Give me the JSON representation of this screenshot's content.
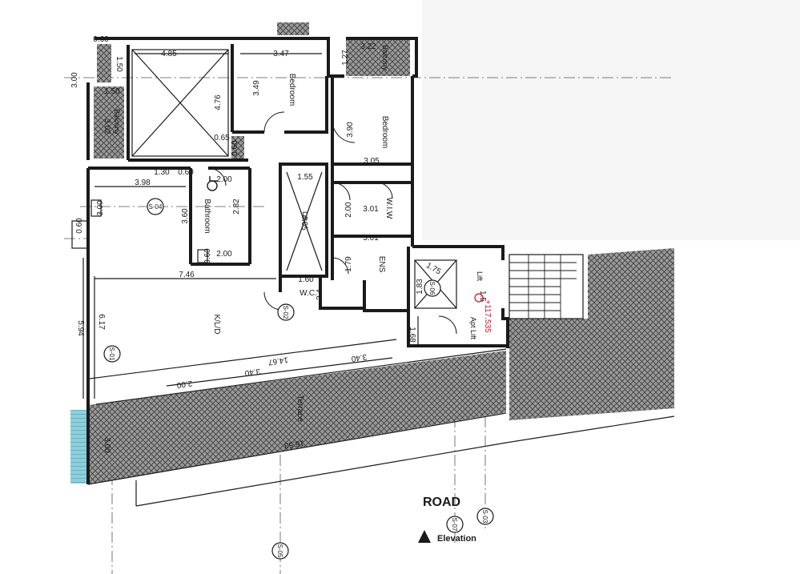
{
  "rooms": {
    "bedroom_1": "Bedroom",
    "bedroom_2": "Bedroom",
    "bathroom": "Bathroom",
    "wc": "W.C.",
    "wiw": "W.I.W",
    "ens": "ENS",
    "kld": "K/L/D",
    "terrace": "Terrace",
    "balcony_1": "Balcony",
    "balcony_2": "Balcony",
    "lift_a": "Lift",
    "lift_b": "Lift",
    "apt_lift": "Apt Lift"
  },
  "dimensions": {
    "d_0_60_top": "0.60",
    "d_1_50_a": "1.50",
    "d_4_85": "4.85",
    "d_3_47": "3.47",
    "d_3_22": "3.22",
    "d_1_27": "1.27",
    "d_3_00_a": "3.00",
    "d_1_50_b": "1.50",
    "d_3_02": "3.02",
    "d_3_49": "3.49",
    "d_4_76": "4.76",
    "d_0_65": "0.65",
    "d_0_60_mid": "0.60",
    "d_3_90": "3.90",
    "d_3_05": "3.05",
    "d_1_30": "1.30",
    "d_0_60_b": "0.60",
    "d_2_00_a": "2.00",
    "d_1_55": "1.55",
    "d_3_98": "3.98",
    "d_3_00_b": "3.00",
    "d_3_60": "3.60",
    "d_2_82": "2.82",
    "d_4_05": "4.05",
    "d_2_00_b": "2.00",
    "d_3_01_a": "3.01",
    "d_3_01_b": "3.01",
    "d_0_60_c": "0.60",
    "d_0_60_d": "0.60",
    "d_2_00_c": "2.00",
    "d_1_79": "1.79",
    "d_7_46": "7.46",
    "d_1_60": "1.60",
    "d_2_4": "2.4",
    "d_1_75": "1.75",
    "d_1_83": "1.83",
    "d_1_5": "1.5",
    "d_5_94": "5.94",
    "d_6_17": "6.17",
    "d_14_67": "14.67",
    "d_3_40_a": "3.40",
    "d_3_40_b": "3.40",
    "d_2_00_d": "2.00",
    "d_1_68": "1.68",
    "d_3_00_c": "3.00",
    "d_16_53": "16.53"
  },
  "section_marks": {
    "s04": "S-04",
    "s01": "S-01",
    "s02": "S-02",
    "s05": "S-05",
    "s07": "S-07",
    "s03": "S-03",
    "s06": "S-06"
  },
  "level": "+117.535",
  "road_label": "ROAD",
  "elevation_label": "Elevation",
  "colors": {
    "wall": "#1a1a1a",
    "hatch": "#6b6b6b",
    "level_red": "#c0152a",
    "water": "#7ec8d8"
  },
  "icons": [
    "elevation-triangle-icon",
    "wheelchair-icon",
    "door-swing-icon",
    "section-marker-icon"
  ]
}
